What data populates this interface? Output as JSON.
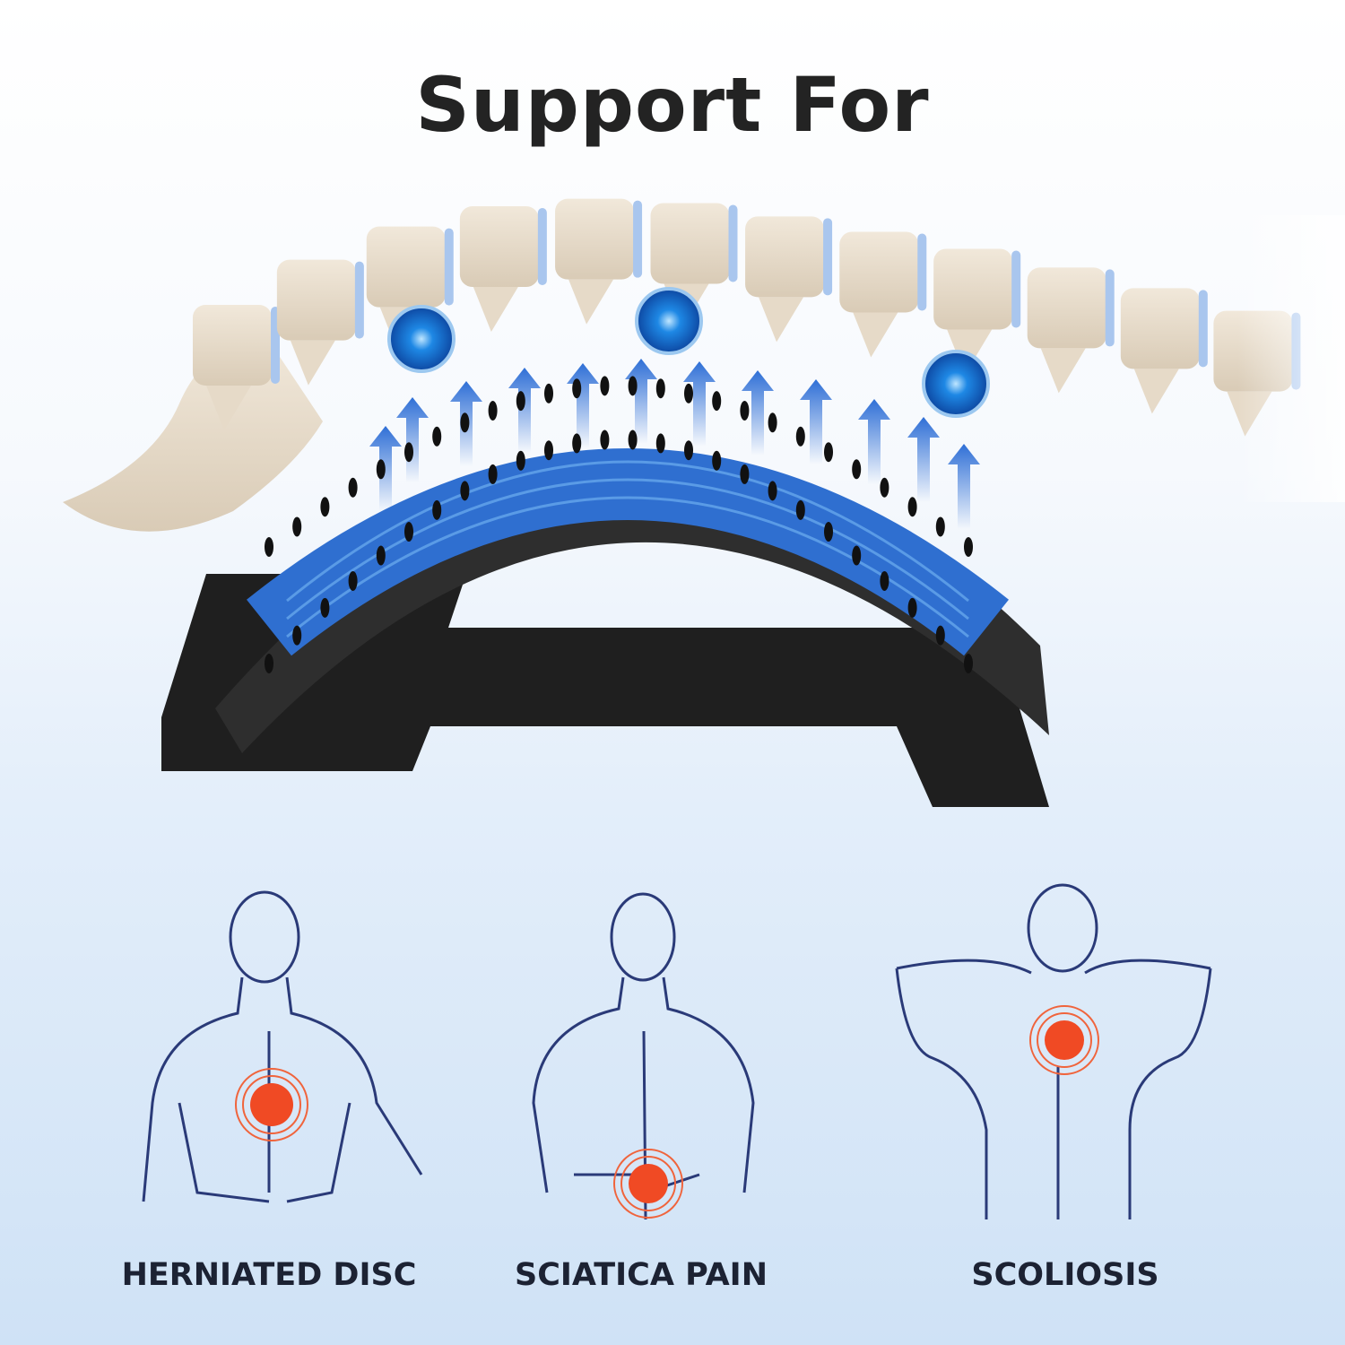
{
  "title": "Support For",
  "conditions": [
    {
      "label": "HERNIATED DISC",
      "icon": "back-pain-figure-icon"
    },
    {
      "label": "SCIATICA PAIN",
      "icon": "lower-back-pain-figure-icon"
    },
    {
      "label": "SCOLIOSIS",
      "icon": "upper-back-pain-figure-icon"
    }
  ],
  "colors": {
    "title": "#232323",
    "label": "#1c2233",
    "accent_blue": "#2f7fd0",
    "pain_red": "#f04a24",
    "device": "#2a2a2a",
    "spine": "#e8dccb"
  }
}
